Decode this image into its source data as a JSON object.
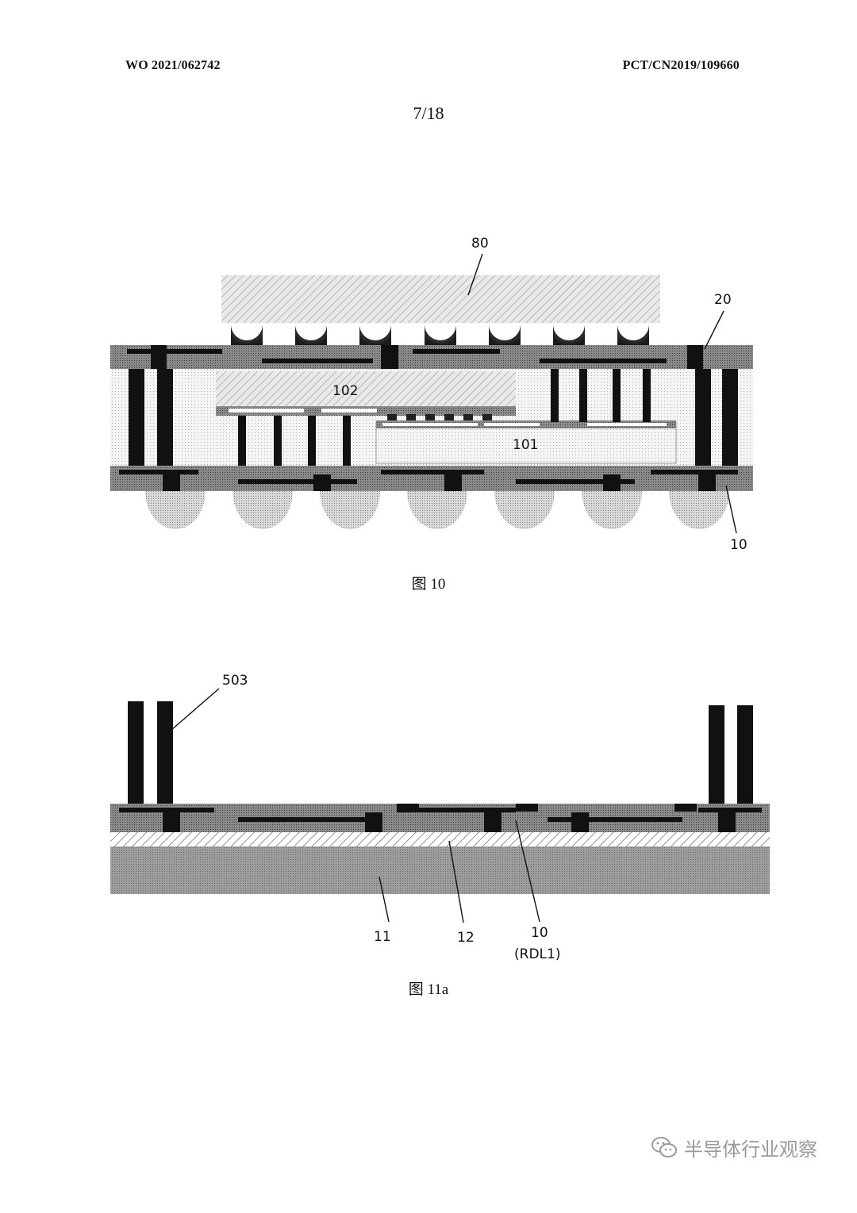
{
  "header": {
    "left": "WO 2021/062742",
    "right": "PCT/CN2019/109660",
    "page": "7/18"
  },
  "figure10": {
    "labels": {
      "top_chip": "80",
      "upper_rdl": "20",
      "die_102": "102",
      "die_101": "101",
      "lower_rdl": "10"
    },
    "caption": "图 10"
  },
  "figure11a": {
    "labels": {
      "pillars": "503",
      "carrier": "11",
      "release_layer": "12",
      "rdl": "10",
      "rdl_name": "(RDL1)"
    },
    "caption": "图 11a"
  },
  "watermark": {
    "text": "半导体行业观察",
    "icon": "wechat-icon"
  }
}
